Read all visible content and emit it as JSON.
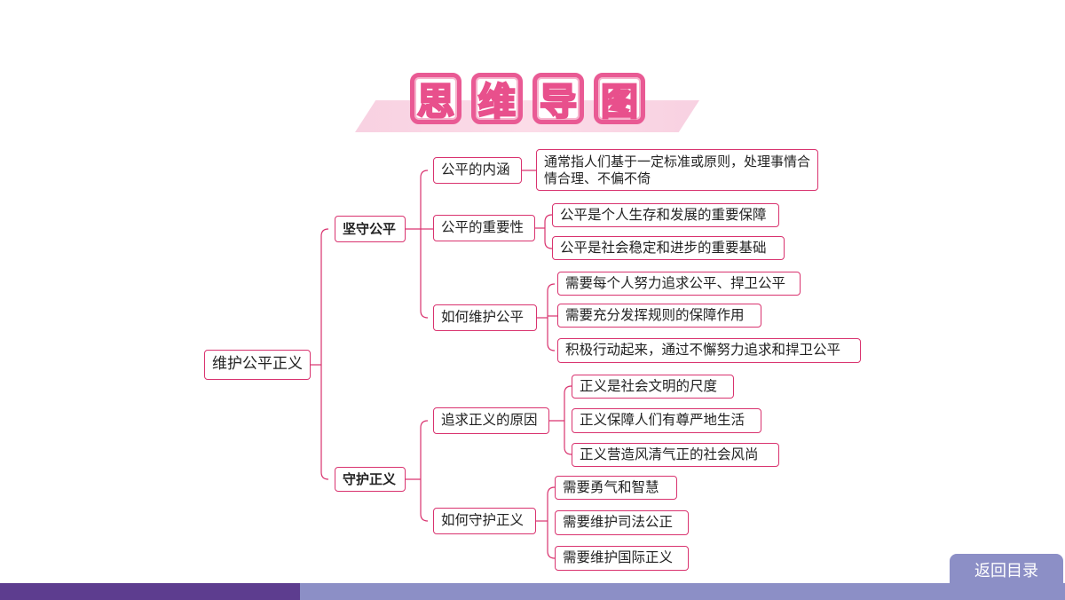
{
  "title": [
    "思",
    "维",
    "导",
    "图"
  ],
  "root": "维护公平正义",
  "branches": [
    {
      "label": "坚守公平",
      "topics": [
        {
          "label": "公平的内涵",
          "details": [
            "通常指人们基于一定标准或原则，处理事情合情合理、不偏不倚"
          ]
        },
        {
          "label": "公平的重要性",
          "details": [
            "公平是个人生存和发展的重要保障",
            "公平是社会稳定和进步的重要基础"
          ]
        },
        {
          "label": "如何维护公平",
          "details": [
            "需要每个人努力追求公平、捍卫公平",
            "需要充分发挥规则的保障作用",
            "积极行动起来，通过不懈努力追求和捍卫公平"
          ]
        }
      ]
    },
    {
      "label": "守护正义",
      "topics": [
        {
          "label": "追求正义的原因",
          "details": [
            "正义是社会文明的尺度",
            "正义保障人们有尊严地生活",
            "正义营造风清气正的社会风尚"
          ]
        },
        {
          "label": "如何守护正义",
          "details": [
            "需要勇气和智慧",
            "需要维护司法公正",
            "需要维护国际正义"
          ]
        }
      ]
    }
  ],
  "back_button": "返回目录",
  "colors": {
    "accent": "#d9336f",
    "title_pink": "#e95a94",
    "bar_dark": "#5d3d8f",
    "bar_light": "#8c8fc6"
  }
}
